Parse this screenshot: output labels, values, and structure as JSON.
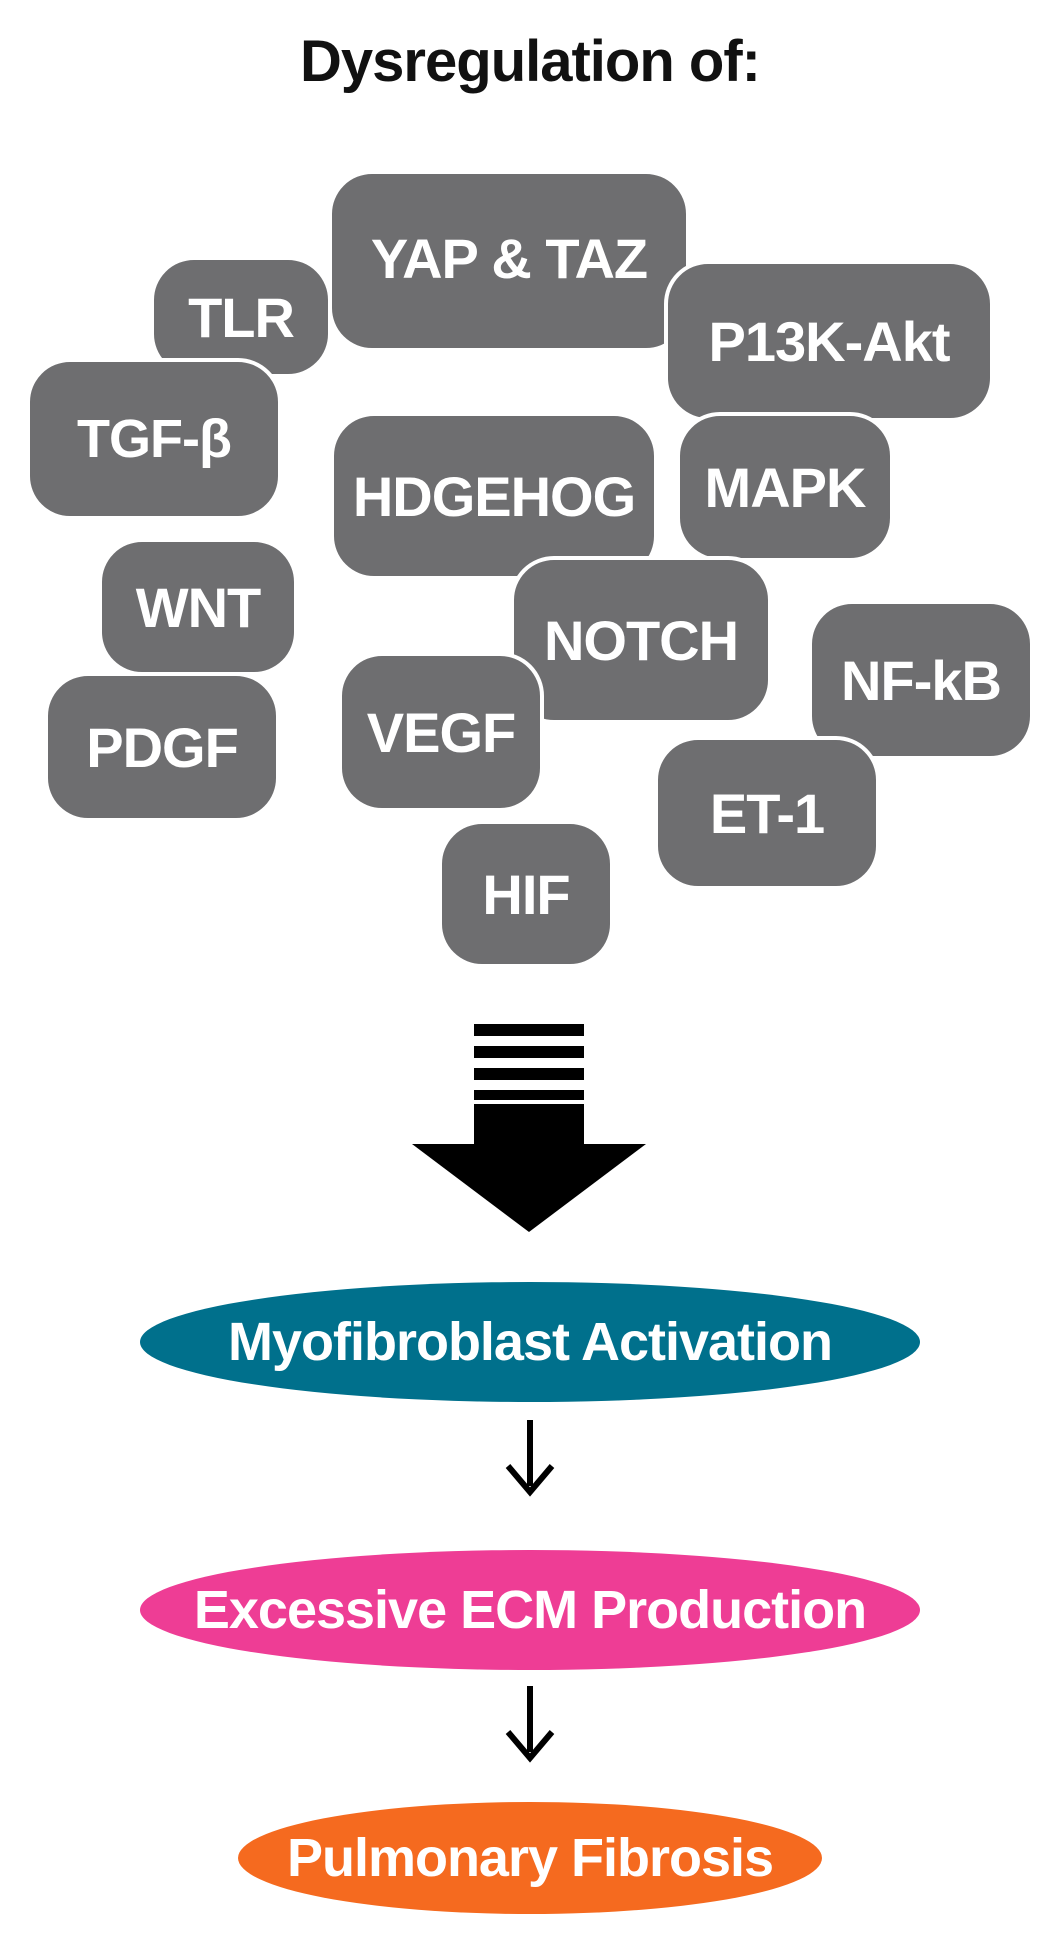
{
  "heading": "Dysregulation of:",
  "pathways": {
    "yap_taz": "YAP & TAZ",
    "tlr": "TLR",
    "p13k_akt": "P13K-Akt",
    "tgf_b": "TGF-β",
    "hdgehog": "HDGEHOG",
    "mapk": "MAPK",
    "wnt": "WNT",
    "notch": "NOTCH",
    "nf_kb": "NF-kB",
    "pdgf": "PDGF",
    "vegf": "VEGF",
    "et_1": "ET-1",
    "hif": "HIF"
  },
  "steps": [
    {
      "label": "Myofibroblast Activation",
      "color": "#00708c"
    },
    {
      "label": "Excessive ECM Production",
      "color": "#ee3d95"
    },
    {
      "label": "Pulmonary Fibrosis",
      "color": "#f56a1f"
    }
  ],
  "colors": {
    "pill": "#6e6e70",
    "arrow": "#000000"
  }
}
